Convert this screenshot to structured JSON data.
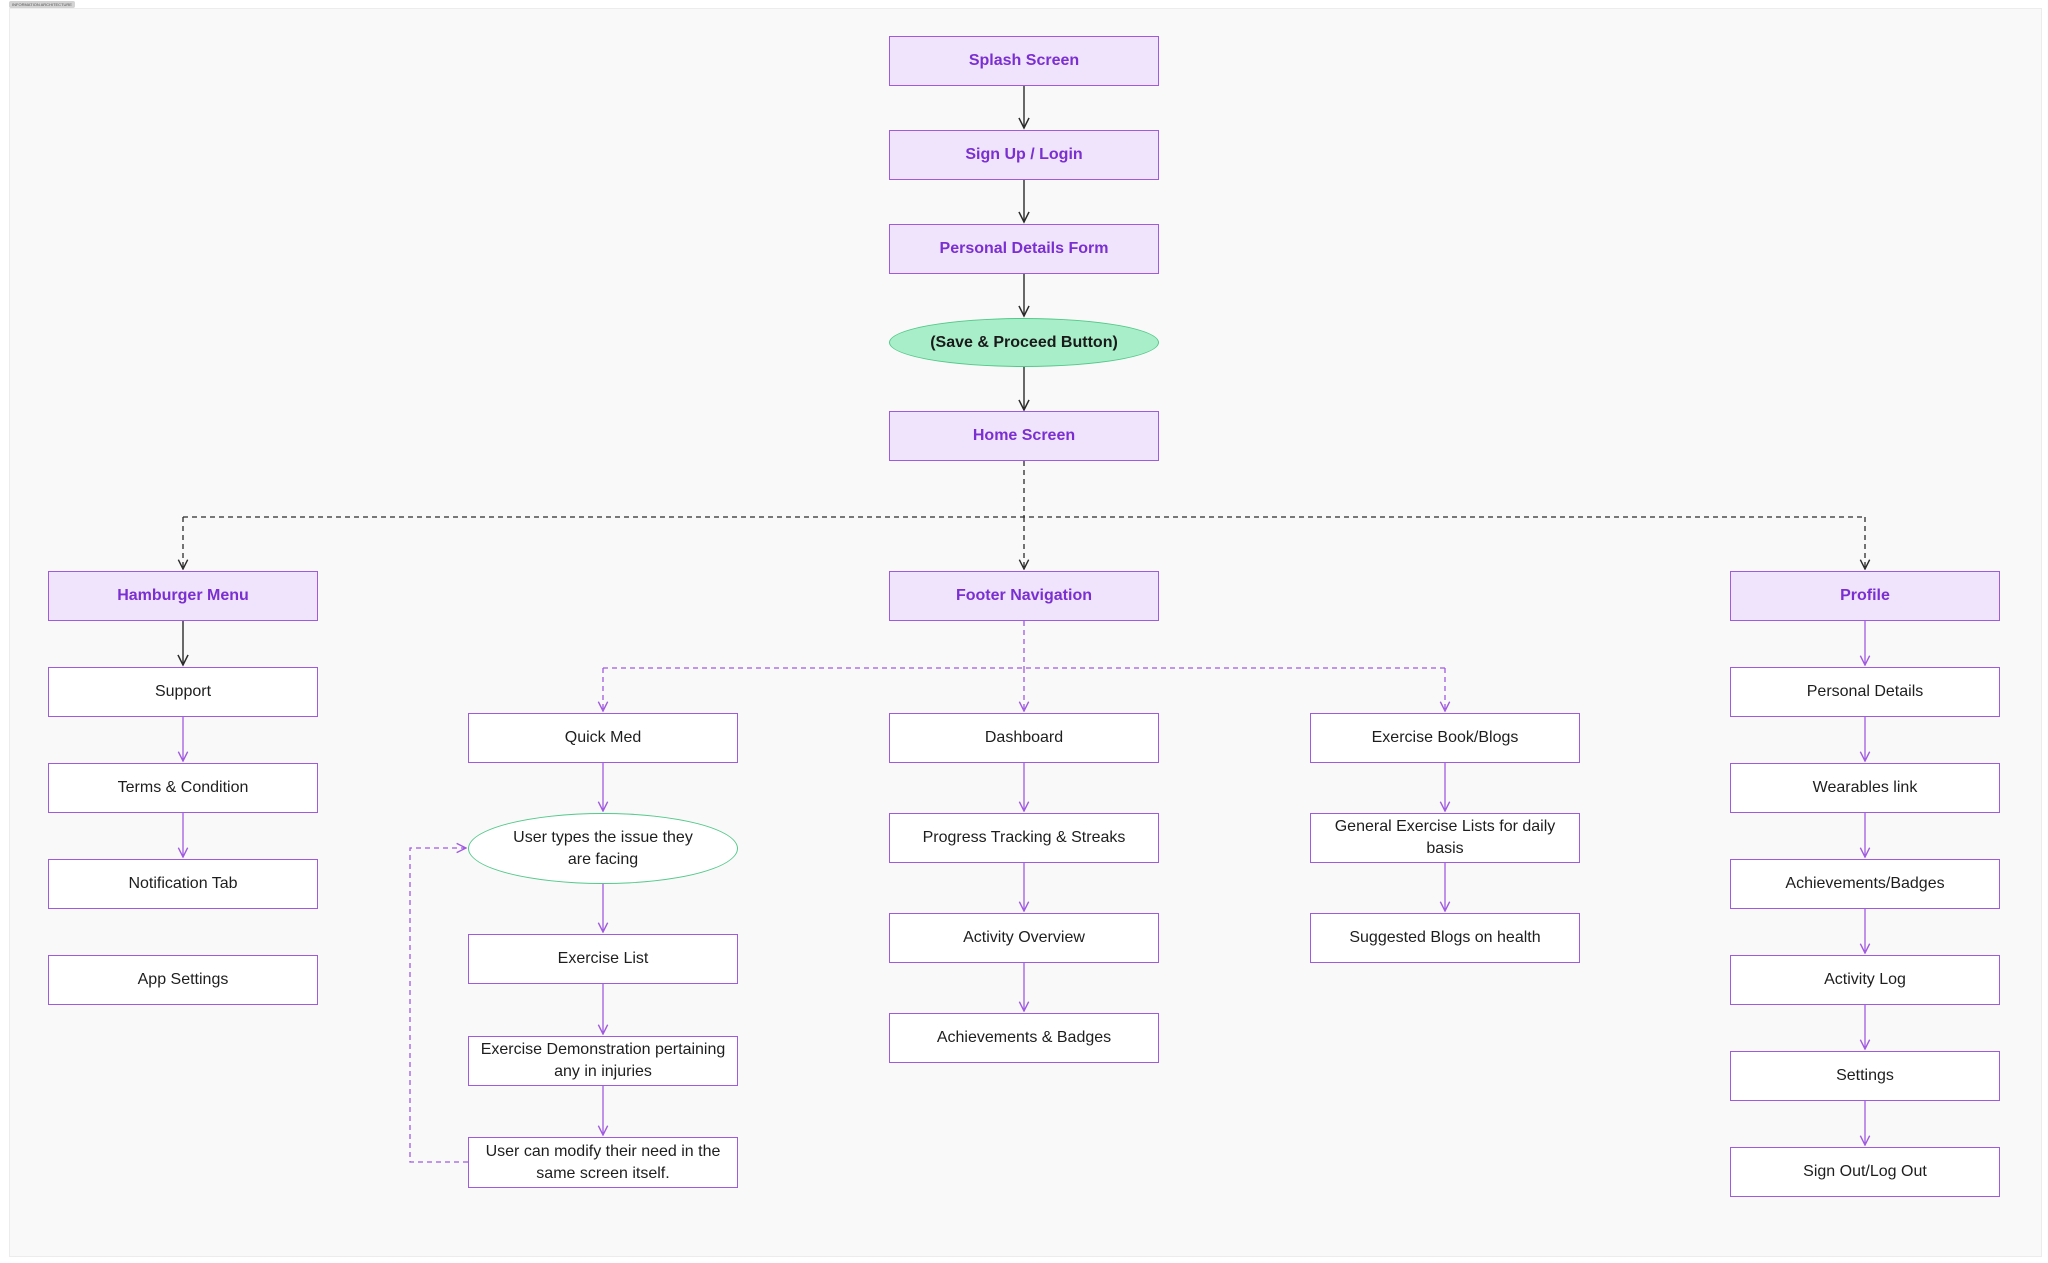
{
  "frame_label": "INFORMATION ARCHITECTURE",
  "flow": {
    "splash": "Splash Screen",
    "signup": "Sign Up / Login",
    "personal_form": "Personal Details Form",
    "save_proceed": "(Save & Proceed Button)",
    "home": "Home Screen"
  },
  "hamburger": {
    "title": "Hamburger Menu",
    "items": [
      "Support",
      "Terms & Condition",
      "Notification Tab",
      "App Settings"
    ]
  },
  "footer": {
    "title": "Footer Navigation",
    "quick_med": {
      "title": "Quick Med",
      "issue_input": "User types the issue they are facing",
      "exercise_list": "Exercise List",
      "demonstration": "Exercise Demonstration pertaining any in injuries",
      "modify": "User can modify their need in the same screen itself."
    },
    "dashboard": {
      "title": "Dashboard",
      "items": [
        "Progress Tracking & Streaks",
        "Activity Overview",
        "Achievements & Badges"
      ]
    },
    "exercise_book": {
      "title": "Exercise Book/Blogs",
      "items": [
        "General Exercise Lists for daily basis",
        "Suggested Blogs on health"
      ]
    }
  },
  "profile": {
    "title": "Profile",
    "items": [
      "Personal Details",
      "Wearables link",
      "Achievements/Badges",
      "Activity Log",
      "Settings",
      "Sign Out/Log Out"
    ]
  },
  "colors": {
    "highlight_fill": "#efe4fc",
    "highlight_stroke": "#a05ae0",
    "highlight_text": "#7b2fd1",
    "decision_fill": "#a8efc9",
    "decision_stroke": "#53c98a",
    "connector_dark": "#2b2b2b",
    "connector_purple": "#a05ae0"
  }
}
